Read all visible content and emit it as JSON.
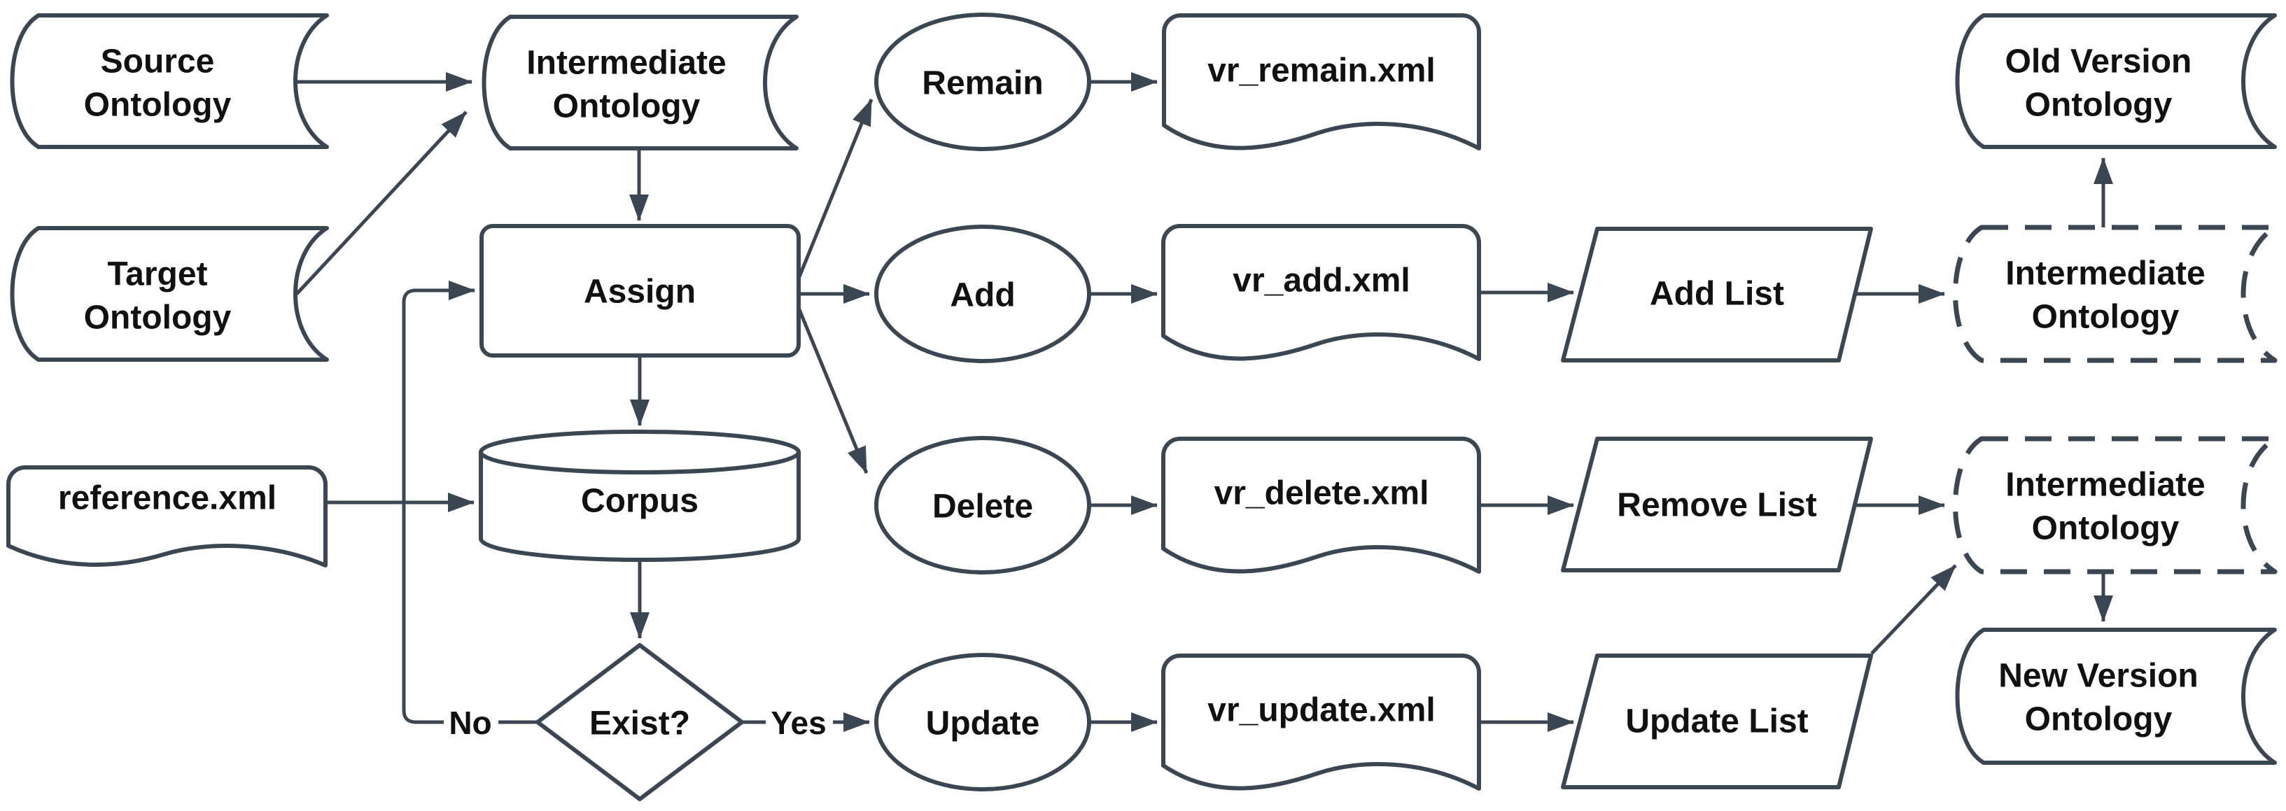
{
  "diagram": {
    "type": "flowchart",
    "colors": {
      "background": "#ffffff",
      "stroke": "#3b4653",
      "text": "#111111"
    },
    "nodes": {
      "source_ontology": {
        "shape": "stored-data",
        "line1": "Source",
        "line2": "Ontology"
      },
      "target_ontology": {
        "shape": "stored-data",
        "line1": "Target",
        "line2": "Ontology"
      },
      "intermediate_ontology": {
        "shape": "stored-data",
        "line1": "Intermediate",
        "line2": "Ontology"
      },
      "reference_xml": {
        "shape": "document",
        "label": "reference.xml"
      },
      "assign": {
        "shape": "process",
        "label": "Assign"
      },
      "corpus": {
        "shape": "database-cylinder",
        "label": "Corpus"
      },
      "exist": {
        "shape": "decision-diamond",
        "label": "Exist?"
      },
      "remain": {
        "shape": "ellipse",
        "label": "Remain"
      },
      "add": {
        "shape": "ellipse",
        "label": "Add"
      },
      "delete": {
        "shape": "ellipse",
        "label": "Delete"
      },
      "update": {
        "shape": "ellipse",
        "label": "Update"
      },
      "vr_remain_xml": {
        "shape": "document",
        "label": "vr_remain.xml"
      },
      "vr_add_xml": {
        "shape": "document",
        "label": "vr_add.xml"
      },
      "vr_delete_xml": {
        "shape": "document",
        "label": "vr_delete.xml"
      },
      "vr_update_xml": {
        "shape": "document",
        "label": "vr_update.xml"
      },
      "add_list": {
        "shape": "parallelogram",
        "label": "Add List"
      },
      "remove_list": {
        "shape": "parallelogram",
        "label": "Remove List"
      },
      "update_list": {
        "shape": "parallelogram",
        "label": "Update List"
      },
      "old_version_ontology": {
        "shape": "stored-data",
        "line1": "Old Version",
        "line2": "Ontology"
      },
      "intermediate_dashed_1": {
        "shape": "stored-data-dashed",
        "line1": "Intermediate",
        "line2": "Ontology"
      },
      "intermediate_dashed_2": {
        "shape": "stored-data-dashed",
        "line1": "Intermediate",
        "line2": "Ontology"
      },
      "new_version_ontology": {
        "shape": "stored-data",
        "line1": "New Version",
        "line2": "Ontology"
      }
    },
    "edge_labels": {
      "no": "No",
      "yes": "Yes"
    }
  }
}
